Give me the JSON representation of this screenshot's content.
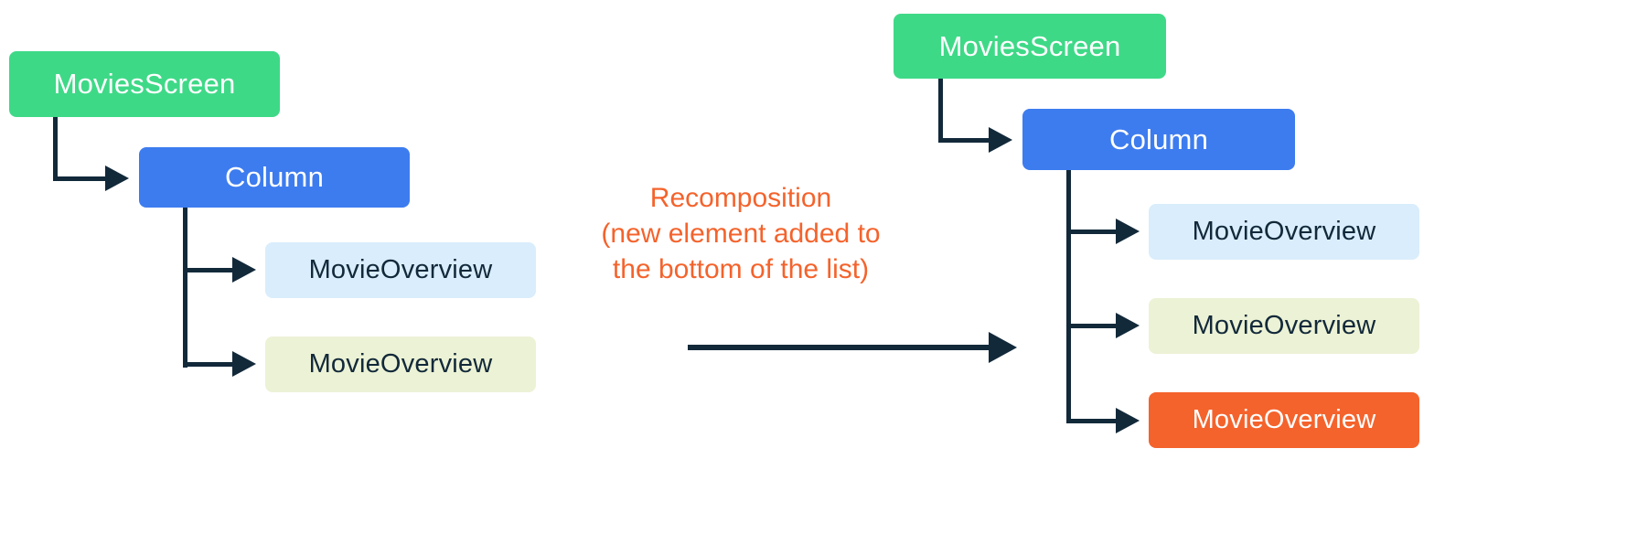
{
  "diagram": {
    "title_colors": {
      "green": "#3ed987",
      "blue": "#3d7cef",
      "light_blue": "#d9edfc",
      "light_yellow": "#ecf2d5",
      "orange": "#f4632c",
      "connector": "#12293a",
      "background": "#ffffff"
    },
    "before": {
      "root": "MoviesScreen",
      "column": "Column",
      "children": [
        "MovieOverview",
        "MovieOverview"
      ]
    },
    "transition": {
      "line1": "Recomposition",
      "line2": "(new element added to",
      "line3": "the bottom of the list)",
      "arrow_icon": "right-arrow-icon"
    },
    "after": {
      "root": "MoviesScreen",
      "column": "Column",
      "children": [
        "MovieOverview",
        "MovieOverview",
        "MovieOverview"
      ]
    }
  }
}
